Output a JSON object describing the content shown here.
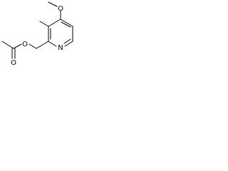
{
  "structure": {
    "atoms": {
      "ring_nitrogen": "N",
      "methoxy_oxygen": "O",
      "ester_oxygen": "O",
      "carbonyl_oxygen": "O"
    }
  },
  "colors": {
    "background": "#ffffff",
    "bond": "#000000",
    "label": "#000000"
  }
}
